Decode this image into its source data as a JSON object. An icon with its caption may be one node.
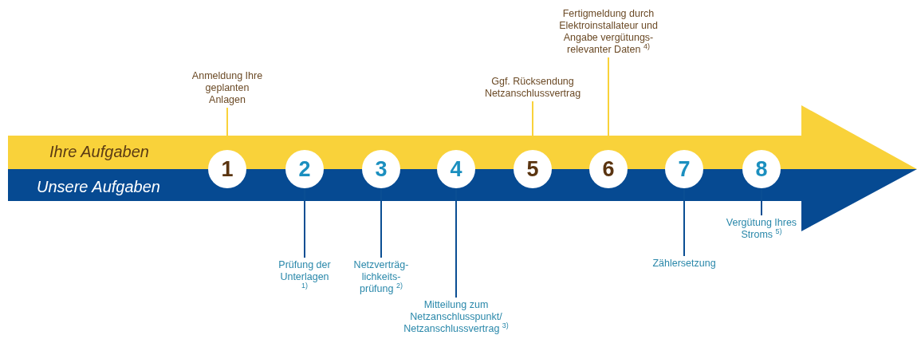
{
  "diagram": {
    "nodes": [
      {
        "text": [
          "Ihre Aufgaben"
        ]
      },
      {
        "text": [
          "Unsere Aufgaben"
        ]
      },
      {
        "text": [
          "1"
        ]
      },
      {
        "text": [
          "2"
        ]
      },
      {
        "text": [
          "3"
        ]
      },
      {
        "text": [
          "4"
        ]
      },
      {
        "text": [
          "5"
        ]
      },
      {
        "text": [
          "6"
        ]
      },
      {
        "text": [
          "7"
        ]
      },
      {
        "text": [
          "8"
        ]
      },
      {
        "text": [
          "Anmeldung Ihre geplanten Anlagen"
        ]
      },
      {
        "text": [
          "Ggf. Rücksendung Netzanschlussvertrag"
        ]
      },
      {
        "text": [
          "Fertigmeldung durch Elektroinstallateur und Angabe vergütungs- relevanter Daten $^{4)}$"
        ]
      },
      {
        "text": [
          "Prüfung der Unterlagen $^{1)}$"
        ]
      },
      {
        "text": [
          "Netzverträg- lichkeits- prüfung $^{2)}$"
        ]
      },
      {
        "text": [
          "Mitteilung zum Netzanschlusspunkt/ Netzanschlussvertrag $^{3)}$"
        ]
      },
      {
        "text": [
          "Zählersetzung"
        ]
      },
      {
        "text": [
          "Vergütung Ihres Stroms $^{5)}$"
        ]
      }
    ],
    "edges": [
      {
        "from": 10,
        "to": 2,
        "arrow": "none",
        "color": "#f9d23a"
      },
      {
        "from": 11,
        "to": 6,
        "arrow": "none",
        "color": "#f9d23a"
      },
      {
        "from": 12,
        "to": 7,
        "arrow": "none",
        "color": "#f9d23a"
      },
      {
        "from": 13,
        "to": 3,
        "arrow": "none"
      },
      {
        "from": 14,
        "to": 4,
        "arrow": "none"
      },
      {
        "from": 15,
        "to": 5,
        "arrow": "none"
      },
      {
        "from": 16,
        "to": 8,
        "arrow": "none"
      },
      {
        "from": 17,
        "to": 9,
        "arrow": "none"
      }
    ]
  }
}
